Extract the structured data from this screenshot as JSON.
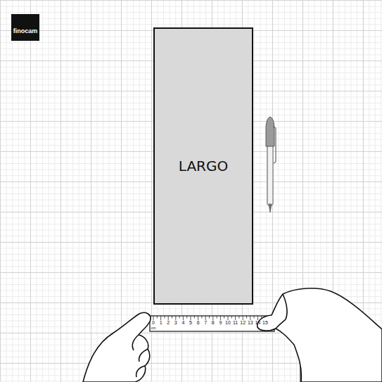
{
  "diagram": {
    "nodes": [
      {
        "text": [
          "finocam"
        ]
      },
      {
        "text": [
          "LARGO"
        ]
      }
    ],
    "labels": [
      "0",
      "1",
      "2",
      "3",
      "4",
      "5",
      "6",
      "7",
      "8",
      "9",
      "10",
      "11",
      "12",
      "13",
      "14",
      "15",
      "cm"
    ]
  }
}
